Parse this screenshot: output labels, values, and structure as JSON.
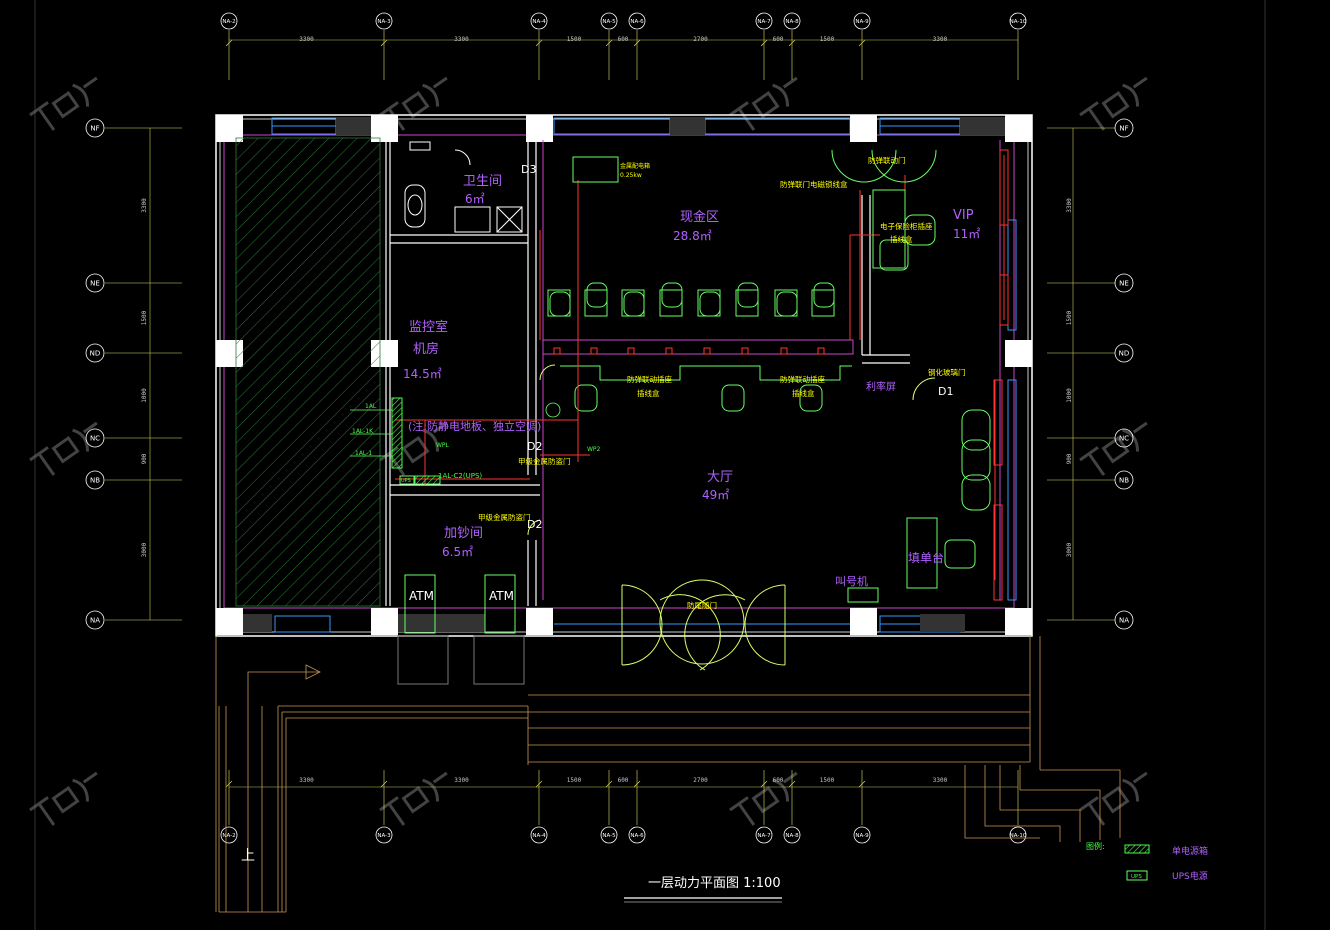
{
  "colors": {
    "background": "#000000",
    "wall": "#ffffff",
    "grid_line": "#ffff66",
    "partition": "#cc44cc",
    "power_line": "#ff3333",
    "fixture": "#66ff66",
    "text_room": "#b060ff",
    "door": "#d8ff66",
    "window": "#3399ff"
  },
  "axes": {
    "top": [
      {
        "label": "NA-2"
      },
      {
        "label": "NA-3"
      },
      {
        "label": "NA-4"
      },
      {
        "label": "NA-5"
      },
      {
        "label": "NA-6"
      },
      {
        "label": "NA-7"
      },
      {
        "label": "NA-8"
      },
      {
        "label": "NA-9"
      },
      {
        "label": "NA-10"
      }
    ],
    "side": [
      {
        "label": "NF"
      },
      {
        "label": "NE"
      },
      {
        "label": "ND"
      },
      {
        "label": "NC"
      },
      {
        "label": "NB"
      },
      {
        "label": "NA"
      }
    ]
  },
  "dimensions": {
    "horizontal": [
      "3300",
      "3300",
      "1500",
      "600",
      "2700",
      "600",
      "1500",
      "3300"
    ],
    "vertical": [
      "3300",
      "1500",
      "1000",
      "900",
      "3000"
    ]
  },
  "rooms": {
    "toilet": {
      "name": "卫生间",
      "area": "6㎡",
      "door": "D3"
    },
    "cash_area": {
      "name": "现金区",
      "area": "28.8㎡"
    },
    "vip": {
      "name": "VIP",
      "area": "11㎡"
    },
    "monitor": {
      "name": "监控室",
      "name2": "机房",
      "area": "14.5㎡",
      "note": "(注:防静电地板、独立空调)"
    },
    "hall": {
      "name": "大厅",
      "area": "49㎡"
    },
    "cash_add": {
      "name": "加钞间",
      "area": "6.5㎡"
    }
  },
  "labels": {
    "door_d1": "D1",
    "door_d2a": "D2",
    "door_d2b": "D2",
    "atm1": "ATM",
    "atm2": "ATM",
    "security_door": "防尾随门",
    "security_door2": "防弹联动门",
    "interlock_sensor": "防弹联门电磁锁线盒",
    "teller_port": "电子保险柜插座",
    "teller_port2": "插线盒",
    "counter_port1": "防弹联动插座",
    "counter_port1b": "插线盒",
    "counter_port2": "防弹联动插座",
    "counter_port2b": "插线盒",
    "rate_screen": "利率屏",
    "glass_door": "钢化玻璃门",
    "metal_door1": "甲级金属防盗门",
    "metal_door2": "甲级金属防盗门",
    "queue_machine": "叫号机",
    "fill_desk": "填单台",
    "panel_box": "金属配电箱",
    "panel_box2": "0.25kw",
    "circuit_1": "1AL",
    "circuit_2": "1AL-1K",
    "circuit_3": "1AL-1",
    "circuit_wpl": "WPL",
    "circuit_wp2": "WP2",
    "circuit_ups": "1AL-C2(UPS)",
    "ups_box": "UPS",
    "stair": "上"
  },
  "title": "一层动力平面图 1:100",
  "legend": {
    "heading": "图例:",
    "items": [
      {
        "symbol": "hatch",
        "text": "单电源箱"
      },
      {
        "symbol": "UPS",
        "text": "UPS电源"
      }
    ]
  }
}
